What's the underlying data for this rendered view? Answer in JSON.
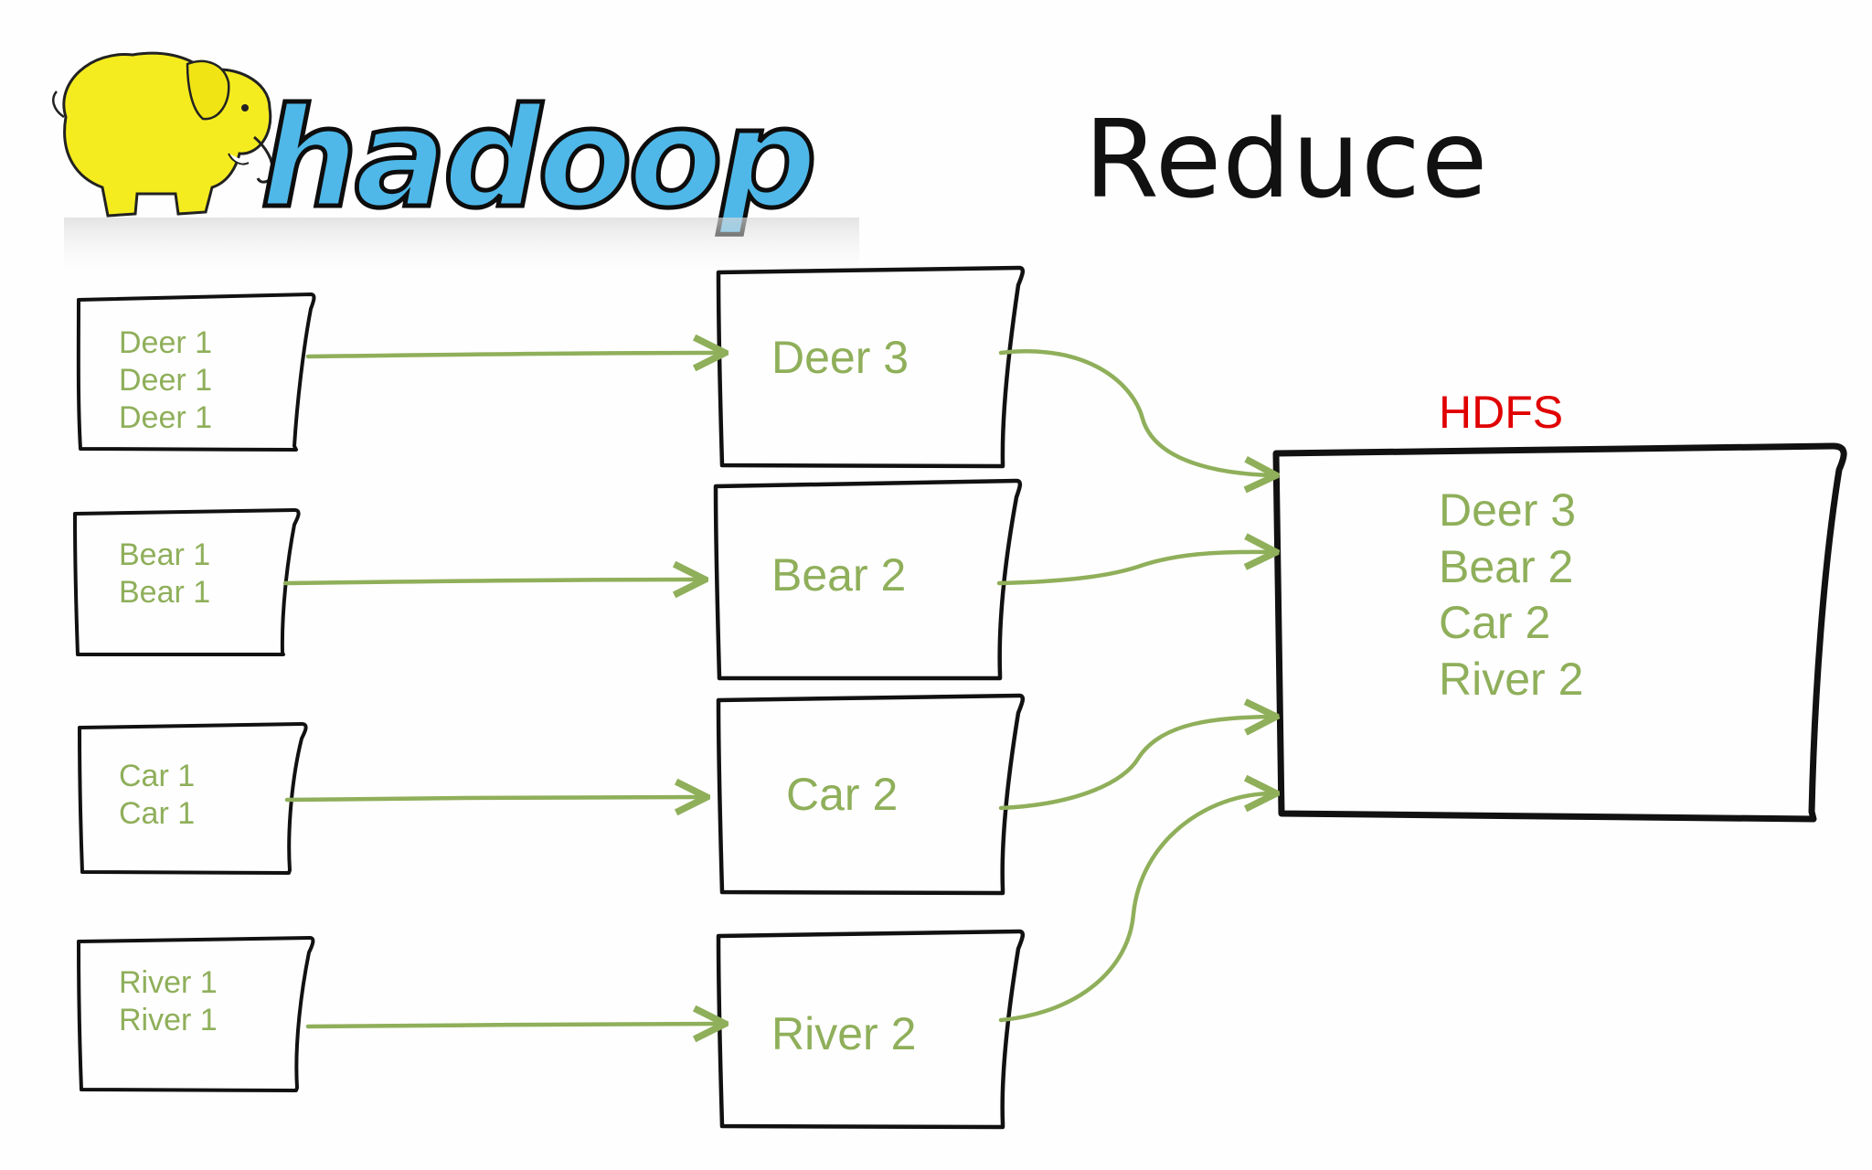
{
  "title": "Reduce",
  "logo": {
    "text": "hadoop"
  },
  "map_outputs": [
    {
      "lines": [
        "Deer 1",
        "Deer 1",
        "Deer 1"
      ]
    },
    {
      "lines": [
        "Bear 1",
        "Bear 1"
      ]
    },
    {
      "lines": [
        "Car 1",
        "Car 1"
      ]
    },
    {
      "lines": [
        "River 1",
        "River 1"
      ]
    }
  ],
  "reducers": [
    {
      "label": "Deer 3"
    },
    {
      "label": "Bear 2"
    },
    {
      "label": "Car 2"
    },
    {
      "label": "River 2"
    }
  ],
  "hdfs": {
    "label": "HDFS",
    "items": [
      "Deer 3",
      "Bear 2",
      "Car 2",
      "River 2"
    ]
  },
  "colors": {
    "arrow": "#8faf5a",
    "text": "#8faf5a",
    "hdfs_label": "#e00000",
    "logo_text": "#4fb8e9",
    "logo_elephant": "#f5ec1f"
  }
}
